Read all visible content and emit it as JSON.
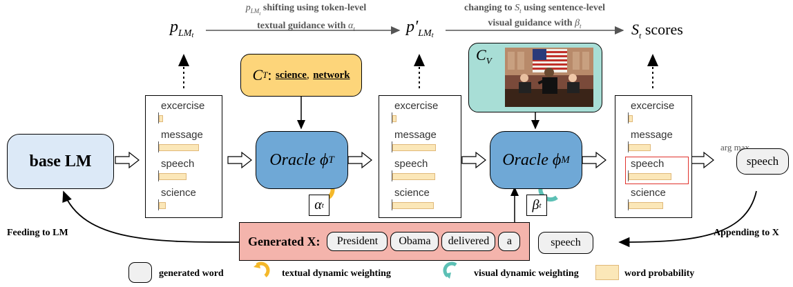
{
  "base_lm": {
    "label": "base LM"
  },
  "top_row": {
    "p_lm": "LM",
    "p_lm_prime": "LM",
    "scores": "scores",
    "arrow1_text_line1": "shifting using token-level",
    "arrow1_text_line2": "textual guidance with",
    "arrow2_text_line1": "changing to",
    "arrow2_text_line1b": "using sentence-level",
    "arrow2_text_line2": "visual guidance with"
  },
  "panels": {
    "panel1": {
      "words": [
        "excercise",
        "message",
        "speech",
        "science"
      ],
      "probs": [
        0.06,
        0.72,
        0.5,
        0.13
      ]
    },
    "panel2": {
      "words": [
        "excercise",
        "message",
        "speech",
        "science"
      ],
      "probs": [
        0.05,
        0.72,
        0.7,
        0.68
      ]
    },
    "panel3": {
      "words": [
        "excercise",
        "message",
        "speech",
        "science"
      ],
      "probs": [
        0.08,
        0.4,
        0.78,
        0.62
      ],
      "highlight_index": 2
    }
  },
  "oracles": {
    "textual": {
      "label": "Oracle",
      "symbol": "ϕ",
      "sub": "T"
    },
    "multimodal": {
      "label": "Oracle",
      "symbol": "ϕ",
      "sub": "M"
    }
  },
  "textual_constraint": {
    "prefix": "C",
    "sub": "T",
    "colon": ":",
    "keywords": [
      "science",
      "network"
    ],
    "sep": ","
  },
  "visual_constraint": {
    "prefix": "C",
    "sub": "V",
    "image_desc": "photo"
  },
  "weights": {
    "alpha": "α",
    "alpha_sub": "t",
    "beta": "β",
    "beta_sub": "t"
  },
  "argmax": {
    "label": "arg max",
    "output": "speech"
  },
  "generated": {
    "label": "Generated",
    "var": "X:",
    "words": [
      "President",
      "Obama",
      "delivered",
      "a"
    ],
    "appended": "speech"
  },
  "edges": {
    "feeding": "Feeding to LM",
    "appending": "Appending to X"
  },
  "legend": {
    "generated_word": "generated word",
    "textual_weighting": "textual dynamic weighting",
    "visual_weighting": "visual dynamic weighting",
    "word_probability": "word probability"
  },
  "colors": {
    "base_lm_bg": "#dce9f7",
    "oracle_bg": "#6fa8d6",
    "textual_bg": "#fdd57a",
    "visual_bg": "#a8ded6",
    "generated_bg": "#f4b4ac",
    "bar_fill": "#fbe7b8",
    "highlight": "#e0302a",
    "textual_arc": "#f4b82a",
    "visual_arc": "#5cc0b5"
  }
}
